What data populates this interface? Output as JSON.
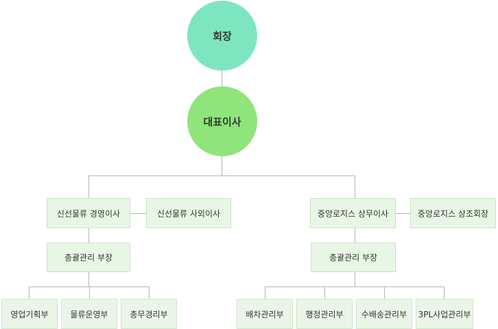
{
  "org": {
    "chairman": "회장",
    "ceo": "대표이사",
    "left": {
      "director": "신선물류 경영이사",
      "outside_director": "신선물류 사외이사",
      "gm": "총괄관리 부장",
      "depts": [
        "영업기획부",
        "물류운영부",
        "총무경리부"
      ]
    },
    "right": {
      "director": "중앙로지스 상무이사",
      "advisor": "중앙로지스 상조회장",
      "gm": "총괄관리 부장",
      "depts": [
        "배차관리부",
        "행정관리부",
        "수배송관리부",
        "3PL사업관리부"
      ]
    }
  },
  "colors": {
    "chairman_fill": "#7de6c1",
    "ceo_fill": "#8fe47a",
    "box_fill": "#e8f6e6",
    "line": "#b5b5b5"
  }
}
